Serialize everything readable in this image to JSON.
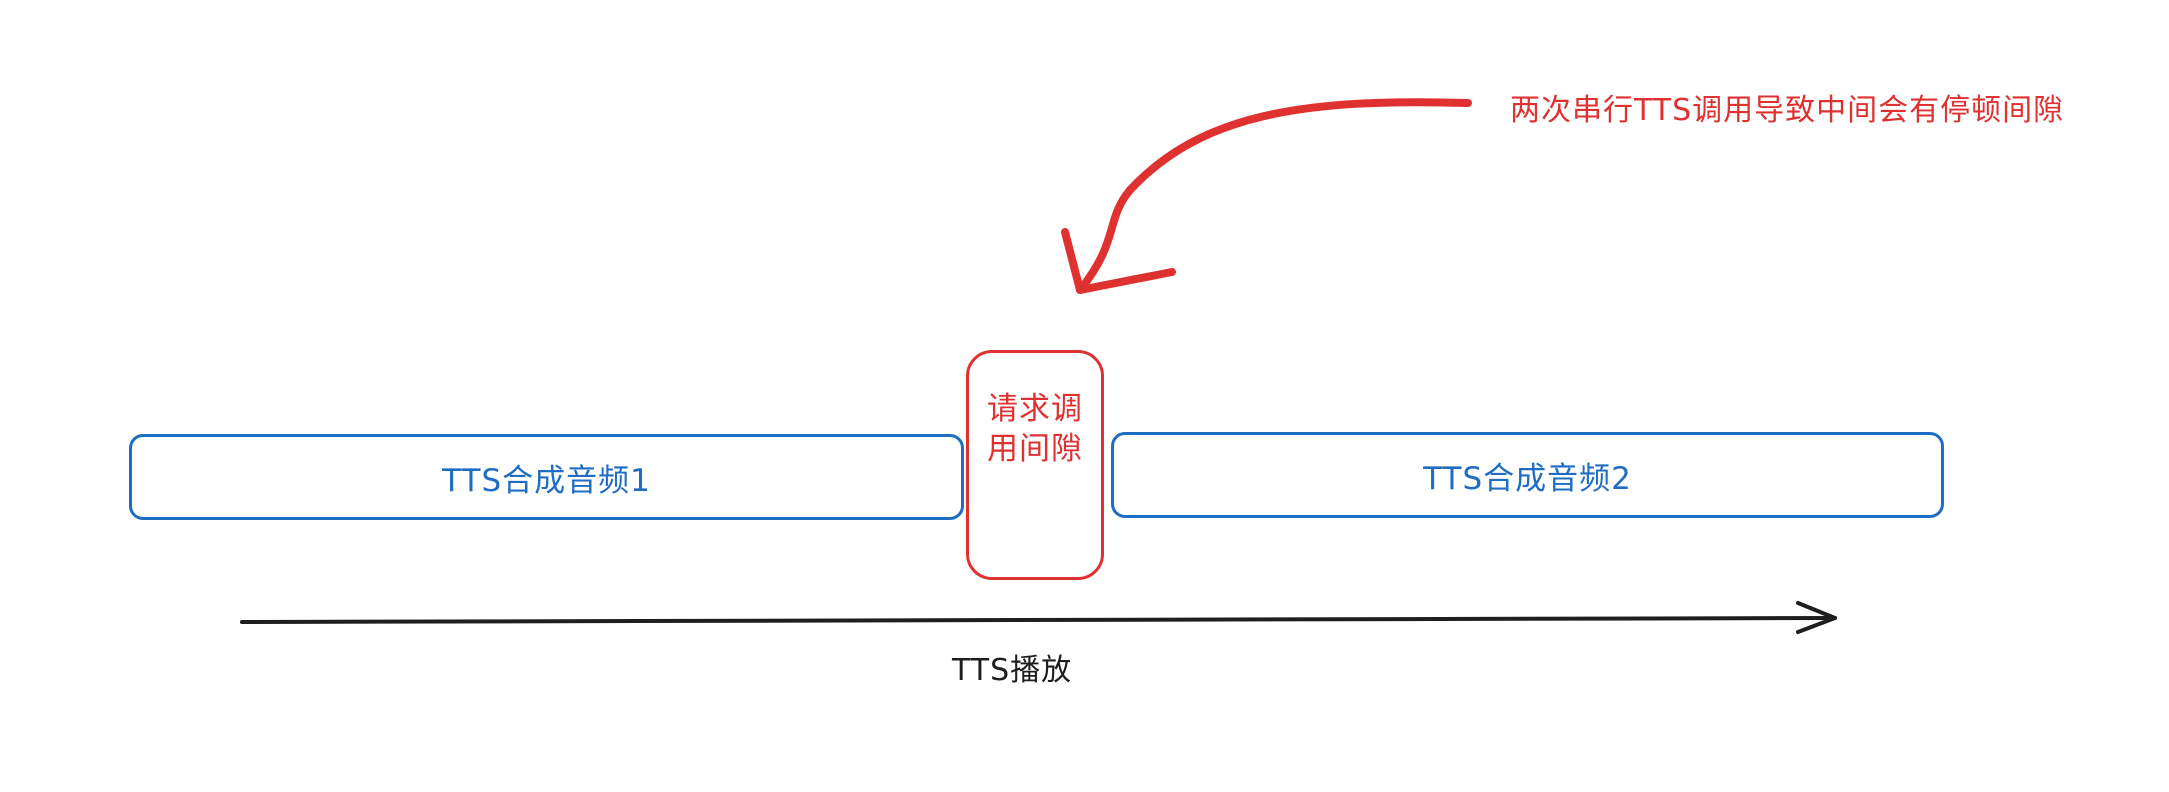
{
  "diagram": {
    "segments": [
      {
        "id": "audio-1",
        "label": "TTS合成音频1",
        "color": "#1e6dc2"
      },
      {
        "id": "gap",
        "label": "请求调用间隙",
        "color": "#e03131"
      },
      {
        "id": "audio-2",
        "label": "TTS合成音频2",
        "color": "#1e6dc2"
      }
    ],
    "annotation": {
      "text": "两次串行TTS调用导致中间会有停顿间隙",
      "color": "#e03131"
    },
    "axis": {
      "label": "TTS播放",
      "color": "#1e1e1e"
    }
  }
}
